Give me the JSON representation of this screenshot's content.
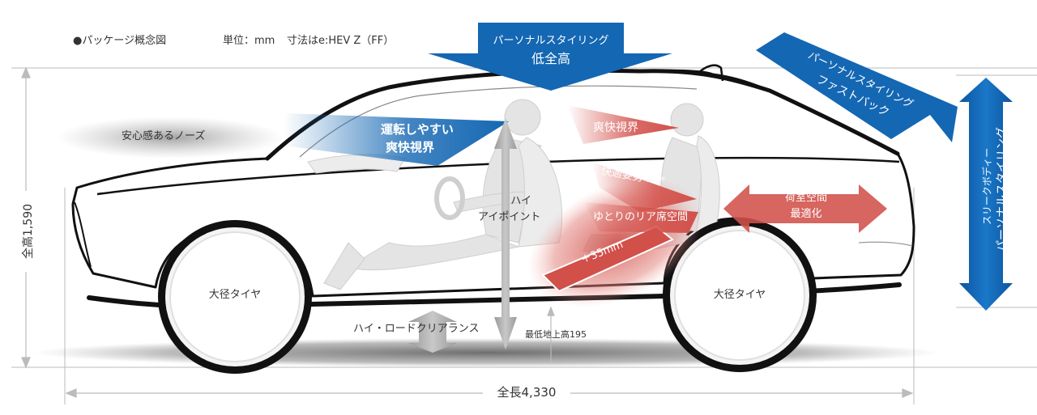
{
  "header": {
    "bullet_title": "●パッケージ概念図",
    "unit": "単位：mm",
    "dimension_note": "寸法はe:HEV Z（FF）"
  },
  "callouts": {
    "low_height_line1": "パーソナルスタイリング",
    "low_height_line2": "低全高",
    "fastback_line1": "パーソナルスタイリング",
    "fastback_line2": "ファストバック",
    "sleek_line1": "スリークボディー",
    "sleek_line2": "パーソナルスタイリング",
    "driving_ease_line1": "運転しやすい",
    "driving_ease_line2": "爽快視界",
    "secure_nose": "安心感あるノーズ",
    "rear_view": "爽快視界",
    "posture": "快適姿勢＋2°",
    "rear_space": "ゆとりのリア席空間",
    "legroom": "＋35mm",
    "cargo_line1": "荷室空間",
    "cargo_line2": "最適化",
    "eyepoint_line1": "ハイ",
    "eyepoint_line2": "アイポイント",
    "clearance": "ハイ・ロードクリアランス",
    "min_clearance": "最低地上高195",
    "front_tire": "大径タイヤ",
    "rear_tire": "大径タイヤ"
  },
  "dimensions": {
    "total_height": "全高1,590",
    "total_length": "全長4,330"
  },
  "colors": {
    "blue": "#1467b3",
    "red": "#d2504a",
    "gray_line": "#bbbbbb",
    "text": "#333333"
  }
}
